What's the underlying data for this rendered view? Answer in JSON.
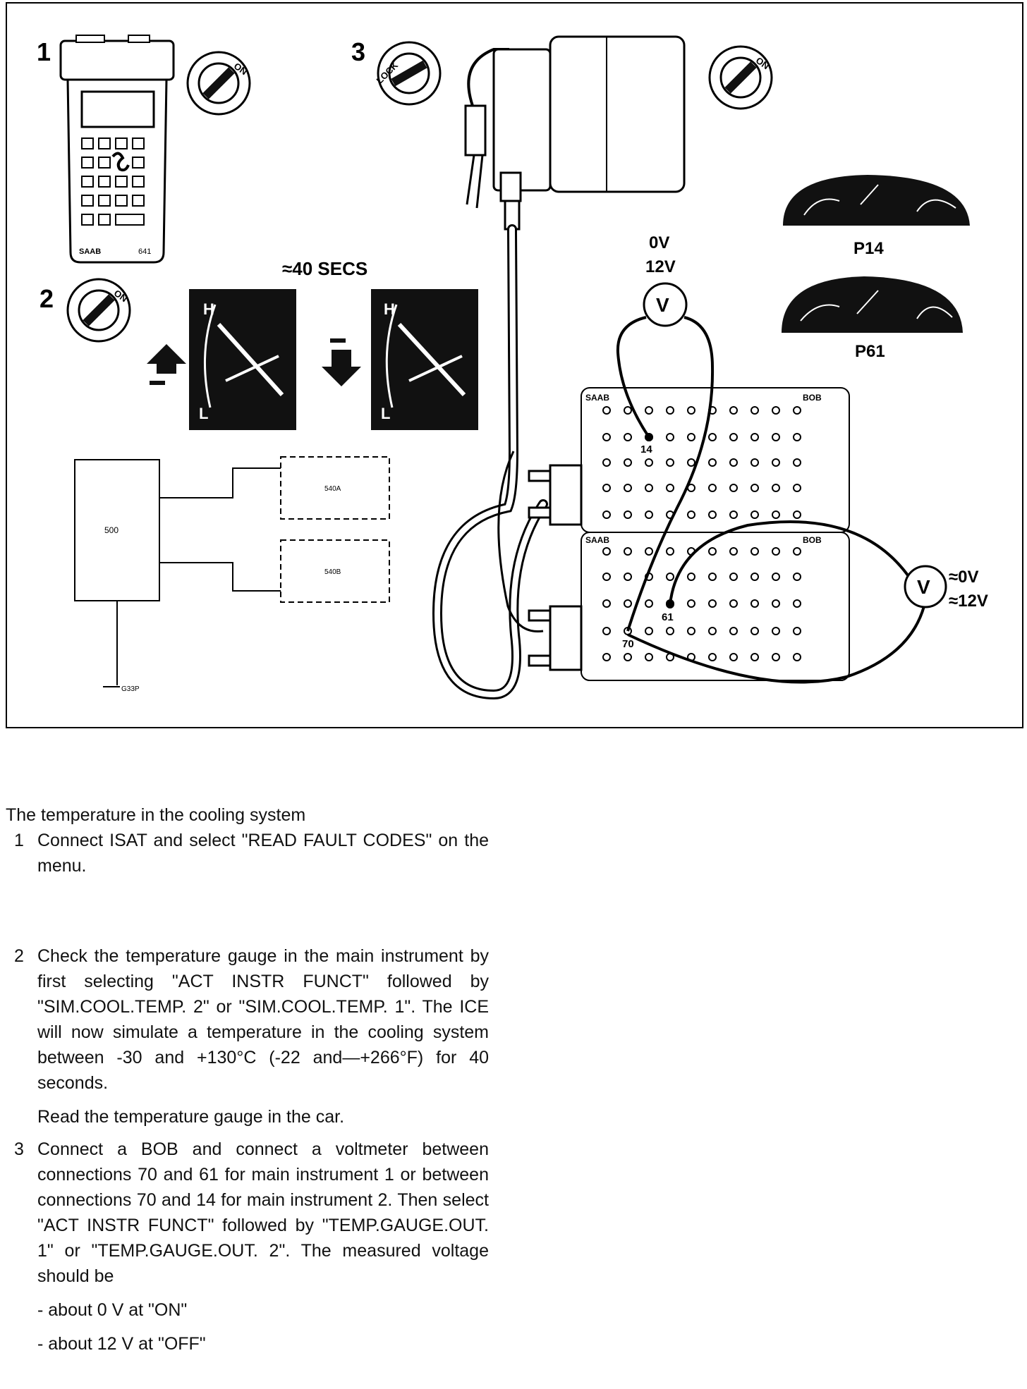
{
  "figure": {
    "step_numbers": [
      "1",
      "2",
      "3"
    ],
    "ignition_on": "ON",
    "ignition_lock": "LOCK",
    "isat_brand": "SAAB",
    "isat_model": "641",
    "duration": "≈40 SECS",
    "gauge_high": "H",
    "gauge_low": "L",
    "voltmeter_symbol": "V",
    "top_meter_low": "0V",
    "top_meter_high": "12V",
    "right_meter_low": "≈0V",
    "right_meter_high": "≈12V",
    "instrument_p14": "P14",
    "instrument_p61": "P61",
    "bob_brand": "SAAB",
    "bob_name": "BOB",
    "pin_14": "14",
    "pin_61": "61",
    "pin_70": "70",
    "module_500": "500",
    "module_540a": "540A",
    "module_540b": "540B",
    "ground": "G33P"
  },
  "text": {
    "heading": "The temperature in the cooling system",
    "steps": [
      {
        "num": "1",
        "body": "Connect ISAT and select \"READ FAULT CODES\" on the menu."
      },
      {
        "num": "2",
        "body": "Check the temperature gauge in the main instrument by first selecting \"ACT INSTR FUNCT\" followed by \"SIM.COOL.TEMP. 2\" or \"SIM.COOL.TEMP. 1\". The ICE will now simulate a temperature in the cooling system between -30 and +130°C (-22 and—+266°F) for 40 seconds.",
        "note": "Read the temperature gauge in the car."
      },
      {
        "num": "3",
        "body": "Connect a BOB and connect a voltmeter between connections 70 and 61 for main instrument 1 or between connections 70 and 14 for main instrument 2. Then select \"ACT INSTR FUNCT\" followed by \"TEMP.GAUGE.OUT. 1\" or \"TEMP.GAUGE.OUT. 2\". The measured voltage should be",
        "item_1": "- about 0 V at \"ON\"",
        "item_2": "- about 12 V at \"OFF\""
      }
    ]
  }
}
